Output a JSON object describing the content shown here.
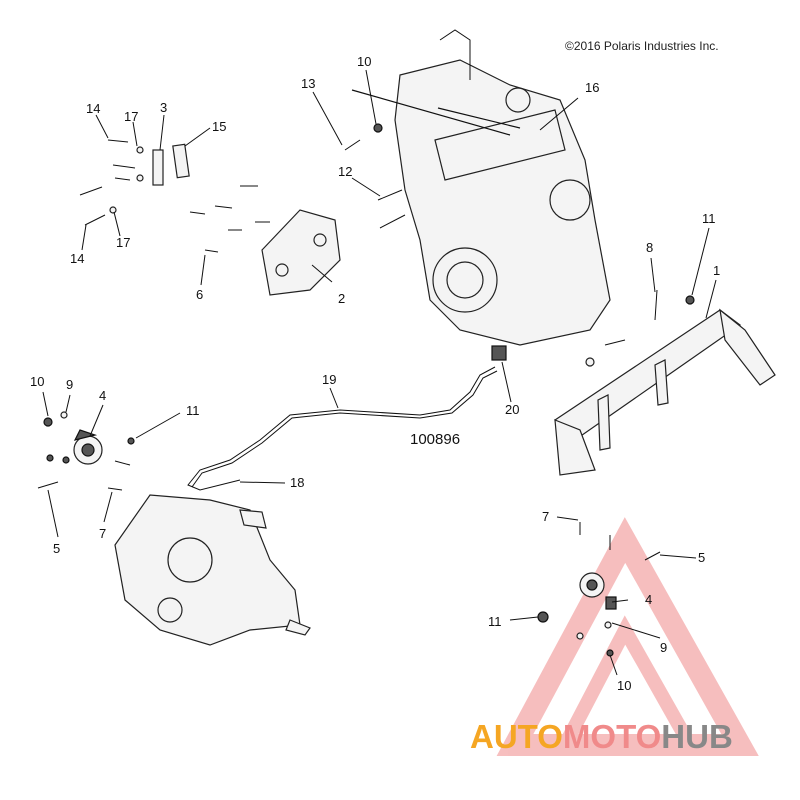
{
  "copyright": "©2016 Polaris Industries Inc.",
  "diagram_id": "100896",
  "watermark": {
    "part1": "AUTO",
    "part2": "MOTO",
    "part3": "HUB",
    "color1": "#f5a623",
    "color2": "#f08a8a",
    "color3": "#888888"
  },
  "callouts": {
    "c1": "1",
    "c2": "2",
    "c3": "3",
    "c4a": "4",
    "c4b": "4",
    "c5a": "5",
    "c5b": "5",
    "c6": "6",
    "c7a": "7",
    "c7b": "7",
    "c8": "8",
    "c9a": "9",
    "c9b": "9",
    "c10a": "10",
    "c10b": "10",
    "c10c": "10",
    "c11a": "11",
    "c11b": "11",
    "c11c": "11",
    "c12": "12",
    "c13": "13",
    "c14a": "14",
    "c14b": "14",
    "c15": "15",
    "c16": "16",
    "c17a": "17",
    "c17b": "17",
    "c18": "18",
    "c19": "19",
    "c20": "20"
  }
}
